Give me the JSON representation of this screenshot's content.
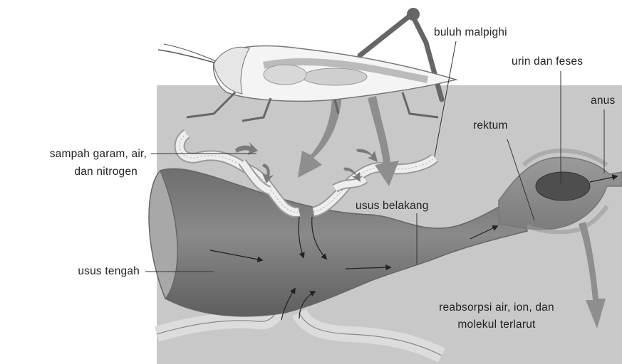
{
  "labels": {
    "buluh_malpighi": "buluh malpighi",
    "urin_feses": "urin dan feses",
    "anus": "anus",
    "rektum": "rektum",
    "sampah_line1": "sampah garam, air,",
    "sampah_line2": "dan nitrogen",
    "usus_belakang": "usus belakang",
    "usus_tengah": "usus tengah",
    "reabsorpsi_line1": "reabsorpsi air, ion, dan",
    "reabsorpsi_line2": "molekul terlarut"
  },
  "colors": {
    "panel": "#c8c8c8",
    "gut_dark": "#7a7a7a",
    "gut_mid": "#9c9c9c",
    "tubule": "#eeeeee",
    "arrow_big": "#8e8e8e",
    "leader": "#333333"
  }
}
